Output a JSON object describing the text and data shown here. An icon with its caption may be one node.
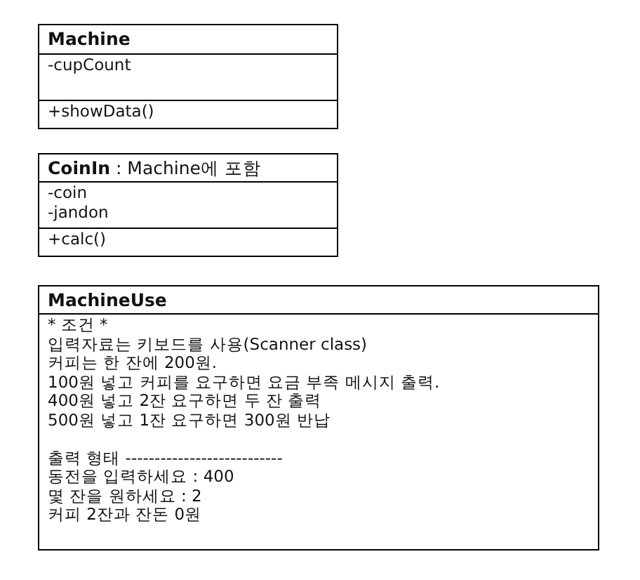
{
  "diagram": {
    "nodes": [
      {
        "text": [
          "Machine",
          "-cupCount",
          "+showData()"
        ]
      },
      {
        "text": [
          "**CoinIn** : Machine에 포함",
          "-coin",
          "-jandon",
          "+calc()"
        ]
      },
      {
        "text": [
          "MachineUse",
          "* 조건 *",
          "입력자료는 키보드를 사용(Scanner class)",
          "커피는 한 잔에 200원.",
          "100원 넣고 커피를 요구하면 요금 부족 메시지 출력.",
          "400원 넣고 2잔 요구하면 두 잔 출력",
          "500원 넣고 1잔 요구하면 300원 반납",
          "출력 형태 ---------------------------",
          "동전을 입력하세요 : 400",
          "몇 잔을 원하세요 : 2",
          "커피 2잔과 잔돈 0원"
        ]
      }
    ],
    "edges": []
  }
}
